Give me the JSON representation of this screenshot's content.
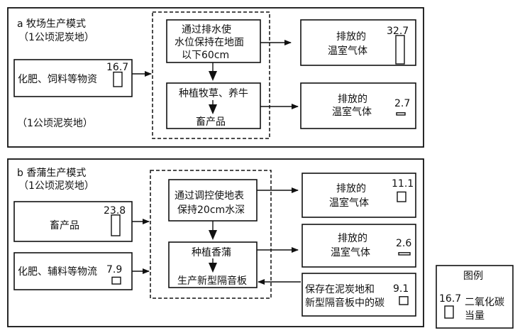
{
  "panel_a": {
    "title": "a 牧场生产模式",
    "subtitle": "（1公顷泥炭地）",
    "footnote": "（1公顷泥炭地）",
    "input": {
      "label": "化肥、饲料等物资",
      "value": "16.7",
      "fraction": 0.51
    },
    "step1": [
      "通过排水使",
      "水位保持在地面",
      "以下60cm"
    ],
    "step2": "种植牧草、养牛",
    "step2_product": "畜产品",
    "emission1": {
      "label": [
        "排放的",
        "温室气体"
      ],
      "value": "32.7",
      "fraction": 1.0
    },
    "emission2": {
      "label": [
        "排放的",
        "温室气体"
      ],
      "value": "2.7",
      "fraction": 0.08
    }
  },
  "panel_b": {
    "title": "b 香蒲生产模式",
    "subtitle": "（1公顷泥炭地）",
    "input1": {
      "label": "畜产品",
      "value": "23.8",
      "fraction": 0.73
    },
    "input2": {
      "label": "化肥、辅料等物流",
      "value": "7.9",
      "fraction": 0.24
    },
    "step1": [
      "通过调控使地表",
      "保持20cm水深"
    ],
    "step2": "种植香蒲",
    "step2_product": "生产新型隔音板",
    "emission1": {
      "label": [
        "排放的",
        "温室气体"
      ],
      "value": "11.1",
      "fraction": 0.34
    },
    "emission2": {
      "label": [
        "排放的",
        "温室气体"
      ],
      "value": "2.6",
      "fraction": 0.08
    },
    "storage": {
      "label": [
        "保存在泥炭地和",
        "新型隔音板中的碳"
      ],
      "value": "9.1",
      "fraction": 0.28
    }
  },
  "legend": {
    "title": "图例",
    "value": "16.7",
    "label": [
      "二氧化碳",
      "当量"
    ]
  }
}
